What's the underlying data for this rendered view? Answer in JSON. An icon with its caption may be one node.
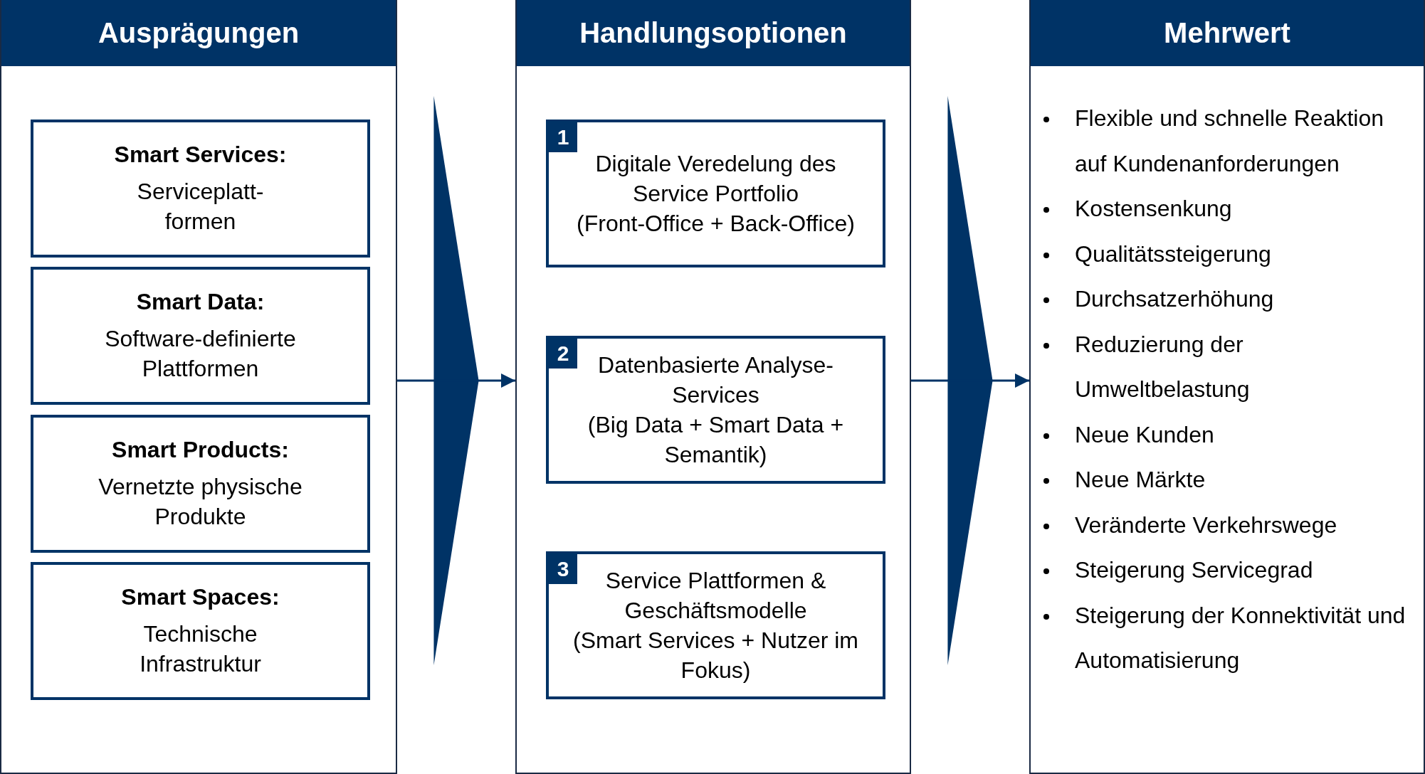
{
  "diagram": {
    "nodes": [
      {
        "text": [
          "Ausprägungen"
        ]
      },
      {
        "text": [
          "Smart Services:",
          "Serviceplatt- formen"
        ],
        "in": 0
      },
      {
        "text": [
          "Smart Data:",
          "Software-definierte Plattformen"
        ],
        "in": 0
      },
      {
        "text": [
          "Smart Products:",
          "Vernetzte physische Produkte"
        ],
        "in": 0
      },
      {
        "text": [
          "Smart Spaces:",
          "Technische Infrastruktur"
        ],
        "in": 0
      },
      {
        "text": [
          "Handlungsoptionen"
        ]
      },
      {
        "text": [
          "1",
          "Digitale Veredelung des Service Portfolio",
          "(Front-Office + Back-Office)"
        ],
        "in": 5
      },
      {
        "text": [
          "2",
          "Datenbasierte Analyse- Services",
          "(Big Data + Smart Data + Semantik)"
        ],
        "in": 5
      },
      {
        "text": [
          "3",
          "Service Plattformen & Geschäftsmodelle",
          "(Smart Services + Nutzer im Fokus)"
        ],
        "in": 5
      },
      {
        "text": [
          "Mehrwert",
          "Flexible und schnelle Reaktion auf Kundenanforderungen",
          "Kostensenkung",
          "Qualitätssteigerung",
          "Durchsatzerhöhung",
          "Reduzierung der Umweltbelastung",
          "Neue Kunden",
          "Neue Märkte",
          "Veränderte Verkehrswege",
          "Steigerung Servicegrad",
          "Steigerung der Konnektivität und Automatisierung"
        ]
      }
    ],
    "edges": [
      {
        "from": 0,
        "to": 5,
        "arrow": "to"
      },
      {
        "from": 5,
        "to": 9,
        "arrow": "to"
      }
    ]
  }
}
